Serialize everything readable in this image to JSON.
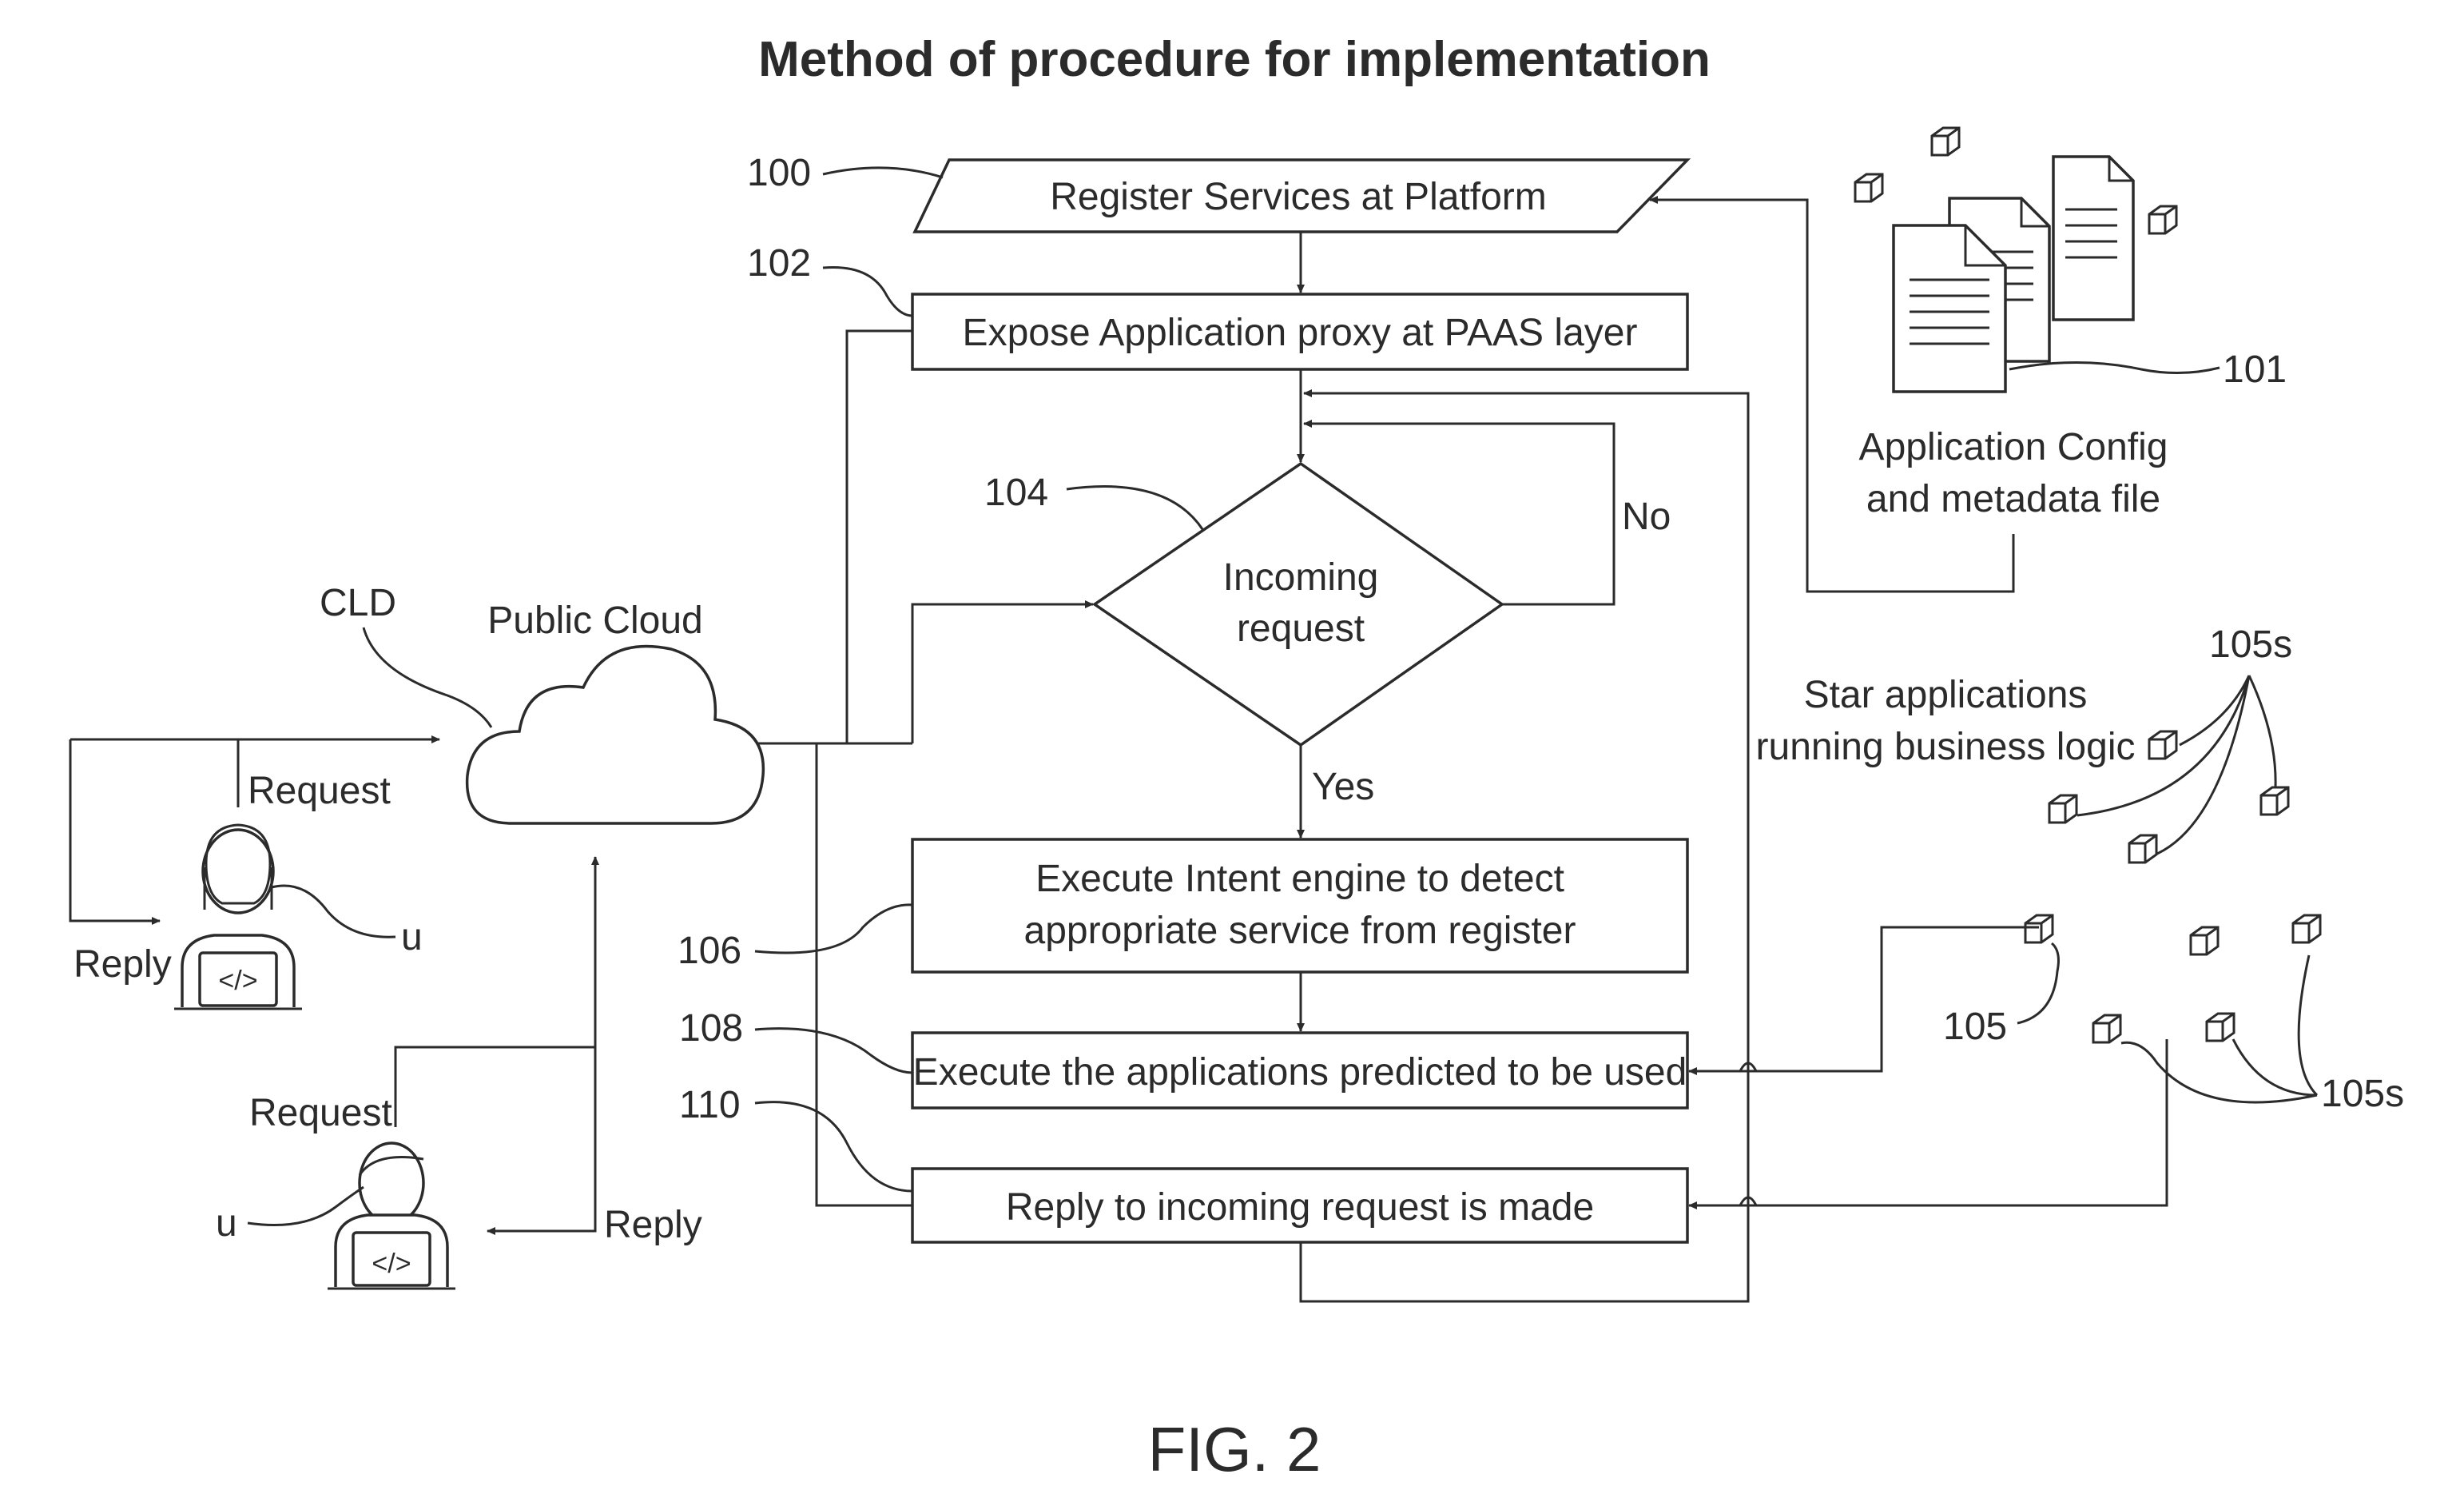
{
  "title": "Method of procedure for implementation",
  "figure_label": "FIG. 2",
  "steps": {
    "register": {
      "ref": "100",
      "text": "Register Services at Platform"
    },
    "expose": {
      "ref": "102",
      "text": "Expose Application proxy at PAAS layer"
    },
    "decision": {
      "ref": "104",
      "line1": "Incoming",
      "line2": "request",
      "no_label": "No",
      "yes_label": "Yes"
    },
    "intent": {
      "ref": "106",
      "line1": "Execute Intent engine to detect",
      "line2": "appropriate service from register"
    },
    "execute": {
      "ref": "108",
      "text": "Execute the applications predicted to be used"
    },
    "reply": {
      "ref": "110",
      "text": "Reply to incoming request is made"
    }
  },
  "config": {
    "ref": "101",
    "line1": "Application Config",
    "line2": "and metadata file"
  },
  "cloud": {
    "ref": "CLD",
    "label": "Public Cloud"
  },
  "users": {
    "top": {
      "request": "Request",
      "reply": "Reply",
      "ref": "u"
    },
    "bottom": {
      "request": "Request",
      "reply": "Reply",
      "ref": "u"
    }
  },
  "star_apps": {
    "line1": "Star applications",
    "line2": "running business logic",
    "ref_top": "105s",
    "ref_single": "105",
    "ref_bottom": "105s"
  },
  "colors": {
    "ink": "#2b2b2b",
    "background": "#ffffff"
  },
  "icons": [
    "cloud-icon",
    "user-icon",
    "document-icon",
    "cube-icon"
  ]
}
